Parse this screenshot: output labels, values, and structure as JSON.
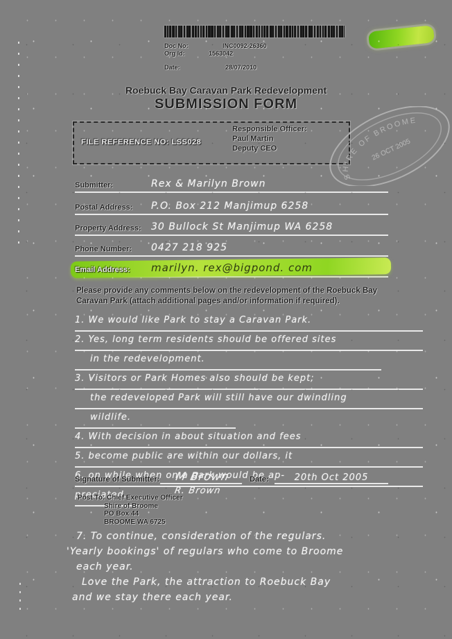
{
  "meta": {
    "rows": [
      {
        "label": "Doc No:",
        "value": "INC0092-26360"
      },
      {
        "label": "Org Id:",
        "value": "1563042"
      },
      {
        "label": "Date:",
        "value": "28/07/2010"
      }
    ]
  },
  "title": {
    "line1": "Roebuck Bay Caravan Park Redevelopment",
    "line2": "SUBMISSION FORM"
  },
  "reference": {
    "file_ref": "FILE REFERENCE NO: LSS028",
    "officer_label": "Responsible Officer:",
    "officer_name": "Paul Martin",
    "officer_title": "Deputy CEO"
  },
  "stamp": {
    "org": "SHIRE OF BROOME",
    "date": "26 OCT 2005"
  },
  "fields": [
    {
      "label": "Submitter:",
      "value": "Rex & Marilyn Brown"
    },
    {
      "label": "Postal Address:",
      "value": "P.O. Box 212 Manjimup 6258"
    },
    {
      "label": "Property Address:",
      "value": "30 Bullock St Manjimup WA 6258"
    },
    {
      "label": "Phone Number:",
      "value": "0427 218 925"
    },
    {
      "label": "Email Address:",
      "value": "marilyn. rex@bigpond. com"
    }
  ],
  "instructions": "Please provide any comments below on the redevelopment of the Roebuck Bay Caravan Park (attach additional pages and/or information if required).",
  "comments": {
    "lines": [
      "1. We would like Park to stay a Caravan Park.",
      "2. Yes, long term residents should be offered sites",
      "in the redevelopment.",
      "3. Visitors or Park Homes also should be kept;",
      "the redeveloped Park will still have our dwindling",
      "wildlife.",
      "4. With decision in about situation and fees",
      "5. become public are within our dollars, it",
      "6. on while when on a park would be ap-",
      "preciated."
    ]
  },
  "signature": {
    "label": "Signature of Submitter:",
    "signature": "M Brown",
    "date_label": "Date:",
    "date_value": "20th Oct 2005",
    "second_signature": "R. Brown"
  },
  "post_to": {
    "line1": "Post To: Chief Executive Officer",
    "line2": "Shire of Broome",
    "line3": "PO Box 44",
    "line4": "BROOME WA 6725"
  },
  "footnote": {
    "lines": [
      "7. To continue, consideration of the regulars.",
      "'Yearly bookings' of regulars who come to Broome",
      "each year.",
      "Love the Park, the attraction to Roebuck Bay",
      "and we stay there each year."
    ]
  },
  "colors": {
    "paper_gray": "#808080",
    "highlight_green": "#8fd622",
    "barcode_black": "#151515",
    "handwriting_white": "#f4f4f4",
    "print_ink": "#242424"
  }
}
